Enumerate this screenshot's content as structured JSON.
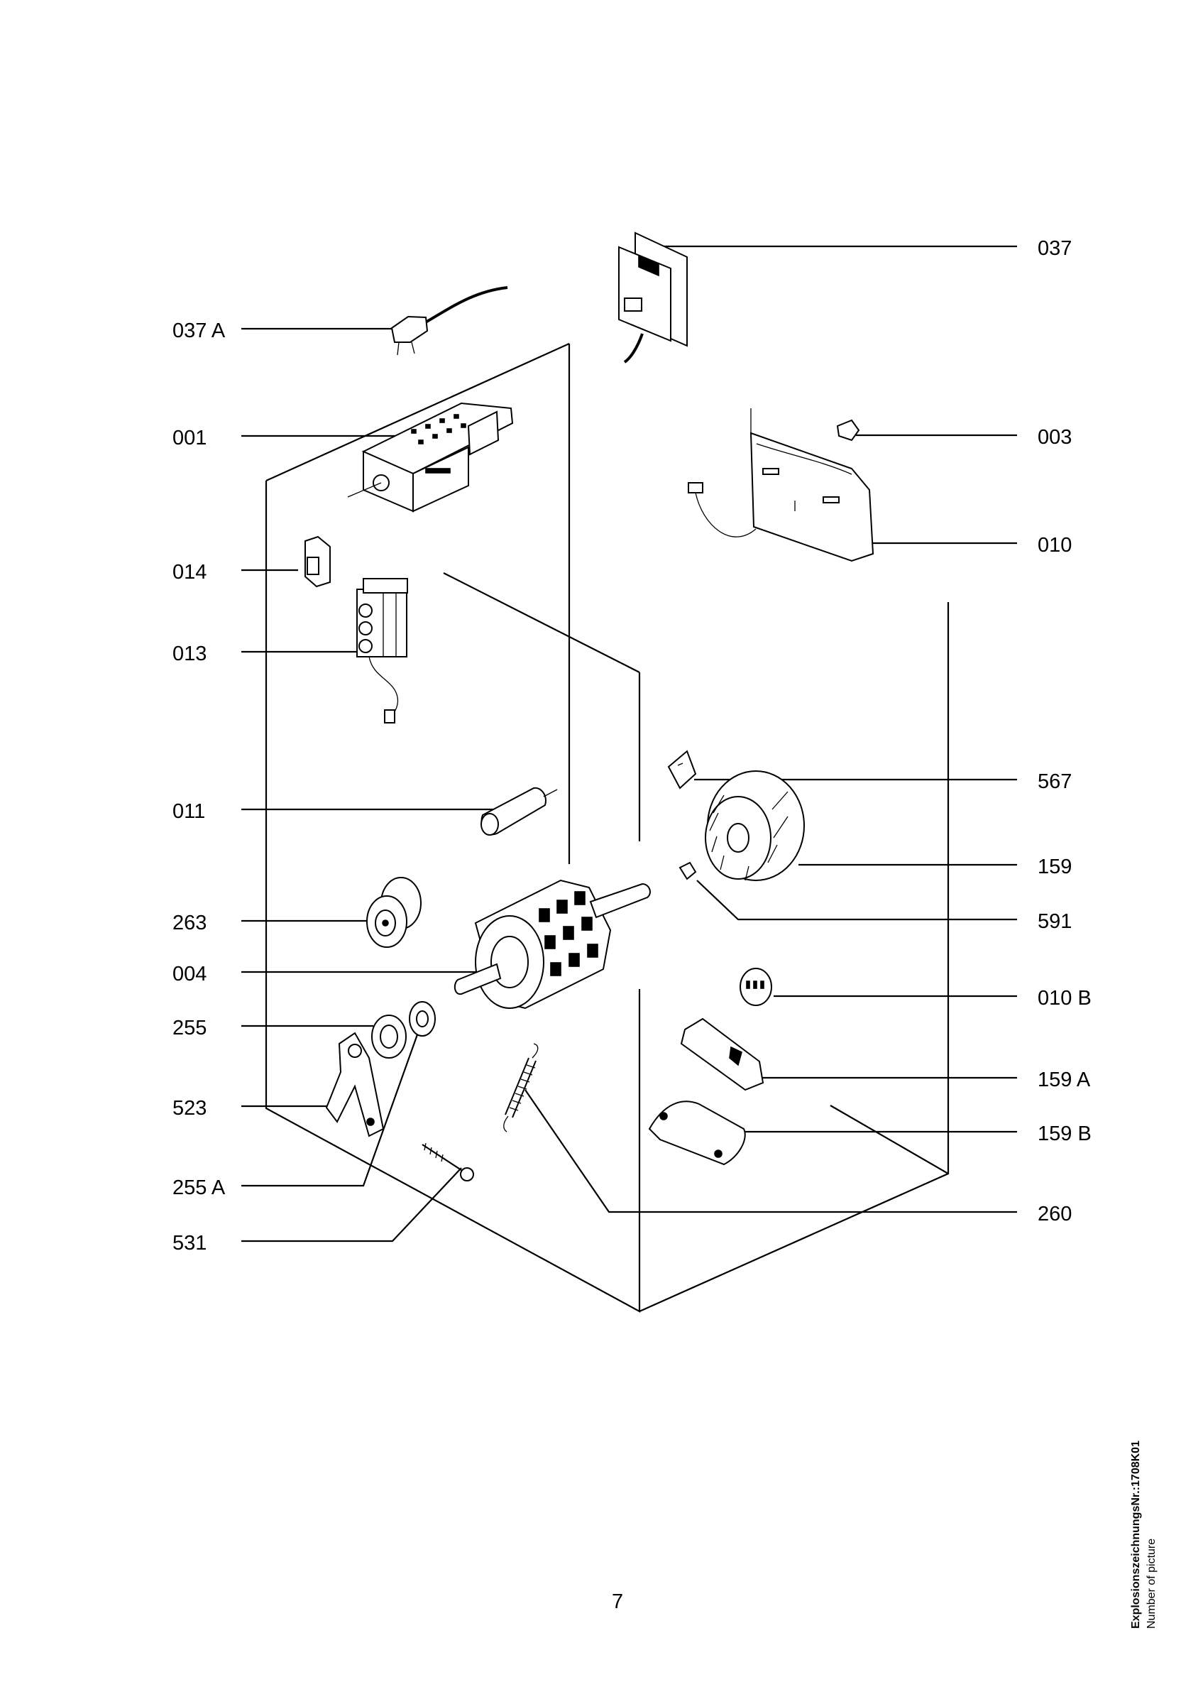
{
  "labels": {
    "l037A": "037 A",
    "l001": "001",
    "l014": "014",
    "l013": "013",
    "l011": "011",
    "l263": "263",
    "l004": "004",
    "l255": "255",
    "l523": "523",
    "l255A": "255 A",
    "l531": "531",
    "l037": "037",
    "l003": "003",
    "l010": "010",
    "l567": "567",
    "l159": "159",
    "l591": "591",
    "l010B": "010 B",
    "l159A": "159 A",
    "l159B": "159 B",
    "l260": "260"
  },
  "footer": {
    "page_number": "7",
    "drawing_label": "ExplosionszeichnungsNr.:1708K01",
    "drawing_label_en": "Number of picture"
  }
}
